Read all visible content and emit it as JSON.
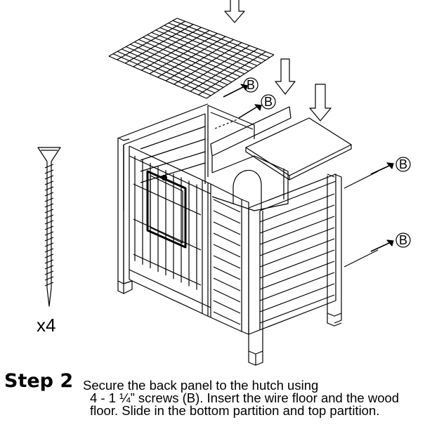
{
  "callouts": {
    "screw_label": "B"
  },
  "quantity": {
    "text": "x4"
  },
  "step": {
    "title": "Step 2",
    "lines": [
      "Secure the back panel to the hutch using",
      "4 - 1 ¼” screws (B).  Insert the wire floor and the wood",
      "floor.  Slide in the bottom partition and top partition.",
      ""
    ]
  }
}
